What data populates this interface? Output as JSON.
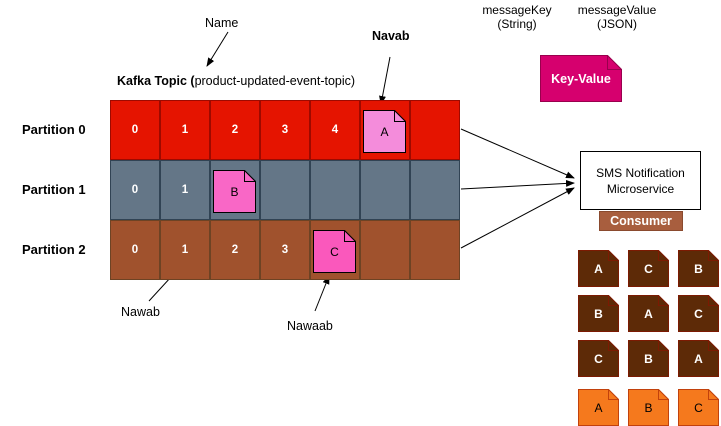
{
  "diagram_title": {
    "bold": "Kafka Topic (",
    "rest": "product-updated-event-topic)"
  },
  "labels": {
    "name": "Name",
    "navab": "Navab",
    "nawab": "Nawab",
    "nawaab": "Nawaab",
    "message_key_line1": "messageKey",
    "message_key_line2": "(String)",
    "message_value_line1": "messageValue",
    "message_value_line2": "(JSON)",
    "key_value": "Key-Value",
    "sms_line1": "SMS Notification",
    "sms_line2": "Microservice",
    "consumer": "Consumer"
  },
  "colors": {
    "partition0_fill": "#E51400",
    "partition0_stroke": "#9E0A00",
    "partition1_fill": "#647687",
    "partition1_stroke": "#314354",
    "partition2_fill": "#A0522D",
    "partition2_stroke": "#6D4324",
    "key_value_fill": "#D6006E",
    "key_value_stroke": "#99004D",
    "consumer_fill": "#A85E3E",
    "dark_note_fill": "#5D2A07",
    "dark_note_stroke": "#7C1A02",
    "orange_note_fill": "#F5791D",
    "orange_note_stroke": "#C2410C",
    "arrow": "#000000"
  },
  "grid": {
    "columns": 7
  },
  "partitions": [
    {
      "label": "Partition 0",
      "fill": "#E51400",
      "stroke": "#9E0A00",
      "cells": [
        "0",
        "1",
        "2",
        "3",
        "4",
        "",
        ""
      ],
      "note": {
        "letter": "A",
        "cell_index": 5,
        "fill": "#F48CDB",
        "stroke": "#000000"
      }
    },
    {
      "label": "Partition 1",
      "fill": "#647687",
      "stroke": "#314354",
      "cells": [
        "0",
        "1",
        "",
        "",
        "",
        "",
        ""
      ],
      "note": {
        "letter": "B",
        "cell_index": 2,
        "fill": "#F967C6",
        "stroke": "#000000"
      }
    },
    {
      "label": "Partition 2",
      "fill": "#A0522D",
      "stroke": "#6D4324",
      "cells": [
        "0",
        "1",
        "2",
        "3",
        "",
        "",
        ""
      ],
      "note": {
        "letter": "C",
        "cell_index": 4,
        "fill": "#FA58BC",
        "stroke": "#000000"
      }
    }
  ],
  "consumed_messages": {
    "rows": [
      {
        "letters": [
          "A",
          "C",
          "B"
        ],
        "fill": "#5D2A07",
        "stroke": "#7C1A02",
        "text_color": "#FFFFFF"
      },
      {
        "letters": [
          "B",
          "A",
          "C"
        ],
        "fill": "#5D2A07",
        "stroke": "#7C1A02",
        "text_color": "#FFFFFF"
      },
      {
        "letters": [
          "C",
          "B",
          "A"
        ],
        "fill": "#5D2A07",
        "stroke": "#7C1A02",
        "text_color": "#FFFFFF"
      },
      {
        "letters": [
          "A",
          "B",
          "C"
        ],
        "fill": "#F5791D",
        "stroke": "#C2410C",
        "text_color": "#000000"
      }
    ]
  }
}
